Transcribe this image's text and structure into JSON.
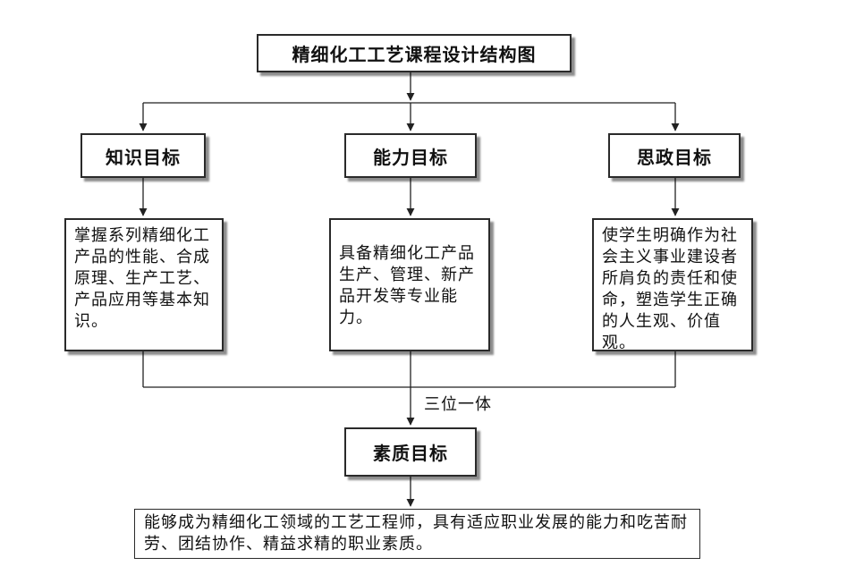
{
  "title": "精细化工工艺课程设计结构图",
  "goals": [
    {
      "heading": "知识目标",
      "description": "掌握系列精细化工产品的性能、合成原理、生产工艺、产品应用等基本知识。"
    },
    {
      "heading": "能力目标",
      "description": "具备精细化工产品生产、管理、新产品开发等专业能力。"
    },
    {
      "heading": "思政目标",
      "description": "使学生明确作为社会主义事业建设者所肩负的责任和使命，塑造学生正确的人生观、价值观。"
    }
  ],
  "merge_label": "三位一体",
  "result": {
    "heading": "素质目标",
    "description": "能够成为精细化工领域的工艺工程师，具有适应职业发展的能力和吃苦耐劳、团结协作、精益求精的职业素质。"
  }
}
